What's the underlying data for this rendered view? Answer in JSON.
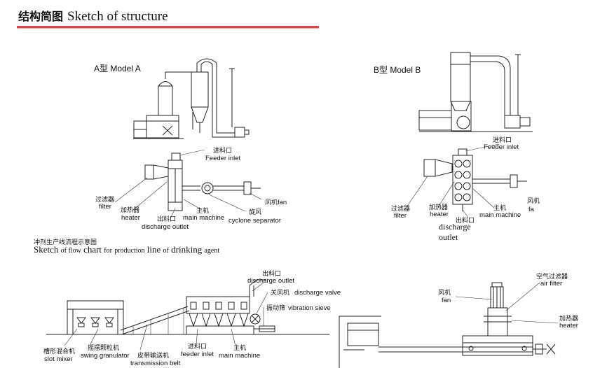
{
  "header": {
    "title_cn": "结构简图",
    "title_en": "Sketch of structure"
  },
  "model_a": {
    "title": "A型 Model A",
    "labels": {
      "feeder_cn": "进料口",
      "feeder_en": "Feeder inlet",
      "filter_cn": "过滤器",
      "filter_en": "filter",
      "heater_cn": "加热器",
      "heater_en": "heater",
      "discharge_cn": "出料口",
      "discharge_en": "discharge outlet",
      "main_cn": "主机",
      "main_en": "main machine",
      "cyclone_cn": "旋风",
      "cyclone_en": "cyclone separator",
      "fan_cn": "风机",
      "fan_en": "fan"
    }
  },
  "model_b": {
    "title": "B型 Model B",
    "labels": {
      "feeder_cn": "进料口",
      "feeder_en": "Feeder inlet",
      "filter_cn": "过滤器",
      "filter_en": "filter",
      "heater_cn": "加热器",
      "heater_en": "heater",
      "discharge_cn": "出料口",
      "discharge_en_1": "discharge",
      "discharge_en_2": "outlet",
      "main_cn": "主机",
      "main_en": "main machine",
      "fan_cn": "风机",
      "fan_en": "fa"
    }
  },
  "flow": {
    "subtitle_cn": "冲剂生产线流程示意图",
    "subtitle_en_1": "Sketch",
    "subtitle_en_2": "of flow",
    "subtitle_en_3": "chart",
    "subtitle_en_4": "for",
    "subtitle_en_5": "production",
    "subtitle_en_6": "line",
    "subtitle_en_7": "of",
    "subtitle_en_8": "drinking",
    "subtitle_en_9": "agent",
    "labels": {
      "discharge_cn": "出料口",
      "discharge_en": "discharge outlet",
      "valve_cn": "关风机",
      "valve_en": "discharge valve",
      "sieve_cn": "振动筛",
      "sieve_en": "vibration sieve",
      "slot_cn": "槽形混合机",
      "slot_en": "slot mixer",
      "swing_cn": "摇摆颗粒机",
      "swing_en": "swing granulator",
      "belt_cn": "皮带输送机",
      "belt_en": "transmission belt",
      "feeder_cn": "进料口",
      "feeder_en": "feeder inlet",
      "main_cn": "主机",
      "main_en": "main machine"
    }
  },
  "right_diagram": {
    "labels": {
      "fan_cn": "风机",
      "fan_en": "fan",
      "air_filter_cn": "空气过滤器",
      "air_filter_en": "air filter",
      "heater_cn": "加热器",
      "heater_en": "heater"
    }
  }
}
